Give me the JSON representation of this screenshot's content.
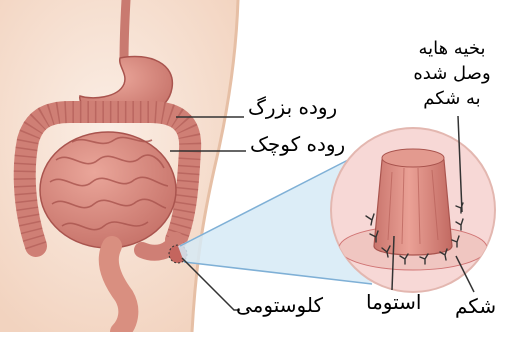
{
  "labels": {
    "large_intestine": "روده بزرگ",
    "small_intestine": "روده کوچک",
    "colostomy": "کلوستومی",
    "stoma": "استوما",
    "abdomen": "شکم",
    "sutures": [
      "بخیه هایه",
      "وصل شده",
      "به شکم"
    ]
  },
  "colors": {
    "skin": "#f6dccb",
    "skin_shadow": "#e8c2a8",
    "organ": "#d98a80",
    "organ_dark": "#b85e58",
    "inset_bg": "#f7d8d6",
    "inset_edge": "#d07474",
    "callout_fill": "#d6eaf6",
    "leader": "#333333"
  }
}
